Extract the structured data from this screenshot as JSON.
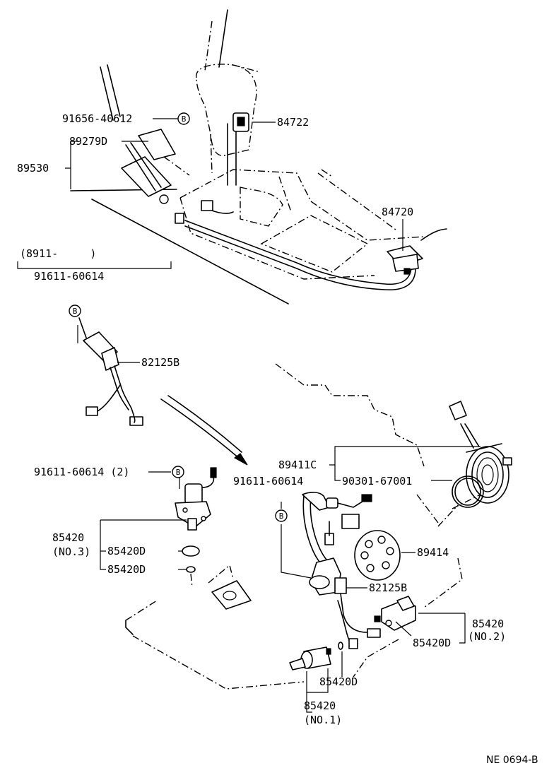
{
  "diagram_ref": "NE 0694-B",
  "bolt_mark": "B",
  "labels": {
    "bolt_upper": "91656-40612",
    "switch_upper": "84722",
    "cover": "89279D",
    "assy_upper": "89530",
    "switch_right": "84720",
    "period": "(8911-     )",
    "bolt_period": "91611-60614",
    "sensor_upper": "82125B",
    "bolt_left": "91611-60614 (2)",
    "bolt_mid": "91611-60614",
    "computer": "89411C",
    "oring": "90301-67001",
    "cap": "89414",
    "sensor_lower": "82125B",
    "valve_no3": "85420",
    "valve_no3_sub": "(NO.3)",
    "gasket_no3_a": "85420D",
    "gasket_no3_b": "85420D",
    "valve_no2": "85420",
    "valve_no2_sub": "(NO.2)",
    "gasket_no2": "85420D",
    "gasket_no1": "85420D",
    "valve_no1": "85420",
    "valve_no1_sub": "(NO.1)"
  }
}
